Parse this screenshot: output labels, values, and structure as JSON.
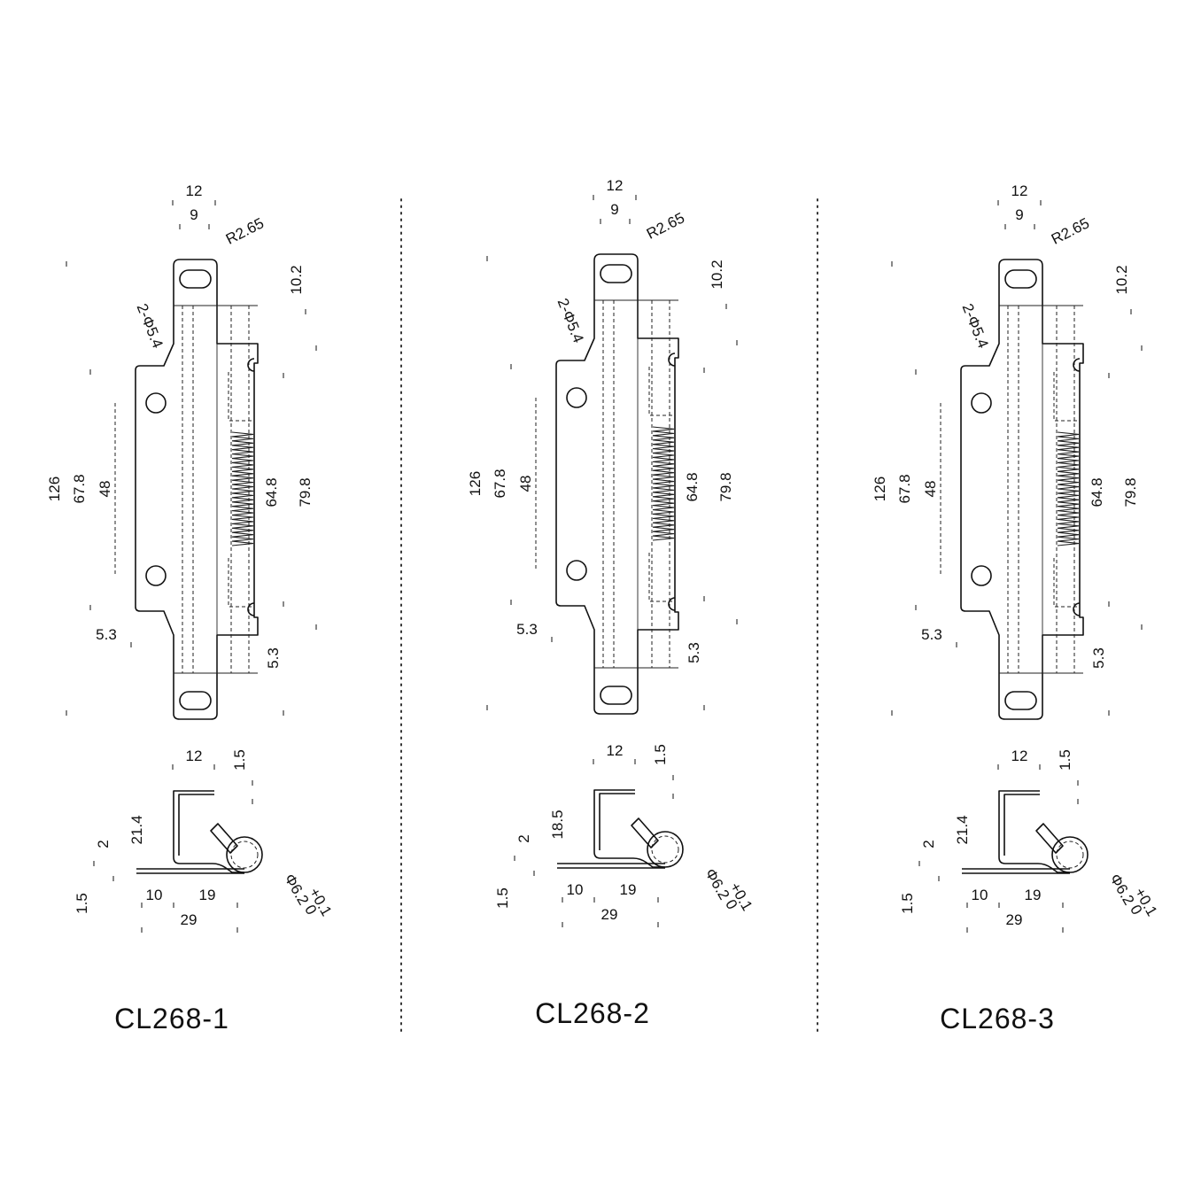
{
  "colors": {
    "ink": "#111111",
    "background": "#ffffff"
  },
  "variants": [
    {
      "model": "CL268-1",
      "top_view": {
        "dims": {
          "w12": "12",
          "w9": "9",
          "radius": "R2.65",
          "holes": "2-Φ5.4",
          "d10_2": "10.2",
          "d126": "126",
          "d67_8": "67.8",
          "d48": "48",
          "d64_8": "64.8",
          "d79_8": "79.8",
          "d5_3_left": "5.3",
          "d5_3_right": "5.3"
        }
      },
      "side_view": {
        "dims": {
          "w12": "12",
          "t1_5": "1.5",
          "h": "21.4",
          "d2": "2",
          "d1_5": "1.5",
          "d10": "10",
          "d19": "19",
          "d29": "29",
          "pin": "Φ6.2",
          "tol_upper": "+0.1",
          "tol_lower": "0"
        }
      }
    },
    {
      "model": "CL268-2",
      "top_view": {
        "dims": {
          "w12": "12",
          "w9": "9",
          "radius": "R2.65",
          "holes": "2-Φ5.4",
          "d10_2": "10.2",
          "d126": "126",
          "d67_8": "67.8",
          "d48": "48",
          "d64_8": "64.8",
          "d79_8": "79.8",
          "d5_3_left": "5.3",
          "d5_3_right": "5.3"
        }
      },
      "side_view": {
        "dims": {
          "w12": "12",
          "t1_5": "1.5",
          "h": "18.5",
          "d2": "2",
          "d1_5": "1.5",
          "d10": "10",
          "d19": "19",
          "d29": "29",
          "pin": "Φ6.2",
          "tol_upper": "+0.1",
          "tol_lower": "0"
        }
      }
    },
    {
      "model": "CL268-3",
      "top_view": {
        "dims": {
          "w12": "12",
          "w9": "9",
          "radius": "R2.65",
          "holes": "2-Φ5.4",
          "d10_2": "10.2",
          "d126": "126",
          "d67_8": "67.8",
          "d48": "48",
          "d64_8": "64.8",
          "d79_8": "79.8",
          "d5_3_left": "5.3",
          "d5_3_right": "5.3"
        }
      },
      "side_view": {
        "dims": {
          "w12": "12",
          "t1_5": "1.5",
          "h": "21.4",
          "d2": "2",
          "d1_5": "1.5",
          "d10": "10",
          "d19": "19",
          "d29": "29",
          "pin": "Φ6.2",
          "tol_upper": "+0.1",
          "tol_lower": "0"
        }
      }
    }
  ]
}
